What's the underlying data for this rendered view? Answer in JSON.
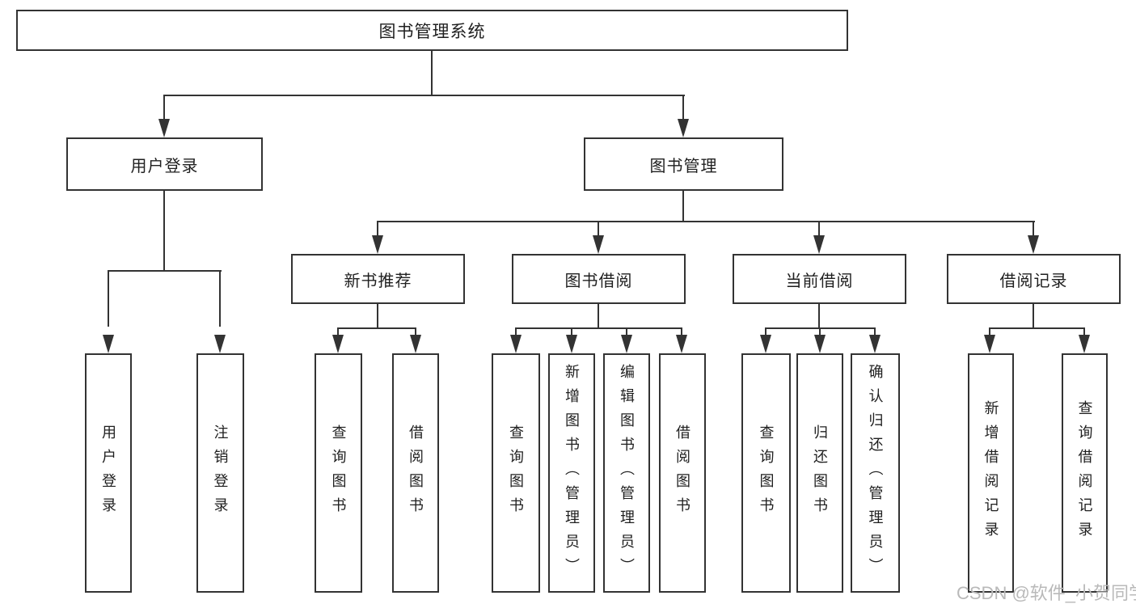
{
  "diagram": {
    "type": "tree",
    "title": "图书管理系统",
    "nodes": {
      "root": {
        "label": "图书管理系统"
      },
      "l2": [
        {
          "label": "用户登录"
        },
        {
          "label": "图书管理"
        }
      ],
      "l3": [
        {
          "label": "新书推荐",
          "parent": "图书管理"
        },
        {
          "label": "图书借阅",
          "parent": "图书管理"
        },
        {
          "label": "当前借阅",
          "parent": "图书管理"
        },
        {
          "label": "借阅记录",
          "parent": "图书管理"
        }
      ],
      "leaves": [
        {
          "label": "用户登录",
          "parent": "用户登录"
        },
        {
          "label": "注销登录",
          "parent": "用户登录"
        },
        {
          "label": "查询图书",
          "parent": "新书推荐"
        },
        {
          "label": "借阅图书",
          "parent": "新书推荐"
        },
        {
          "label": "查询图书",
          "parent": "图书借阅"
        },
        {
          "label": "新增图书（管理员）",
          "parent": "图书借阅"
        },
        {
          "label": "编辑图书（管理员）",
          "parent": "图书借阅"
        },
        {
          "label": "借阅图书",
          "parent": "图书借阅"
        },
        {
          "label": "查询图书",
          "parent": "当前借阅"
        },
        {
          "label": "归还图书",
          "parent": "当前借阅"
        },
        {
          "label": "确认归还（管理员）",
          "parent": "当前借阅"
        },
        {
          "label": "新增借阅记录",
          "parent": "借阅记录"
        },
        {
          "label": "查询借阅记录",
          "parent": "借阅记录"
        }
      ]
    },
    "watermark": "CSDN @软件_小贺同学",
    "colors": {
      "line": "#333333",
      "text": "#1f1f1f",
      "watermark": "#b9b9b9",
      "background": "#ffffff"
    }
  }
}
